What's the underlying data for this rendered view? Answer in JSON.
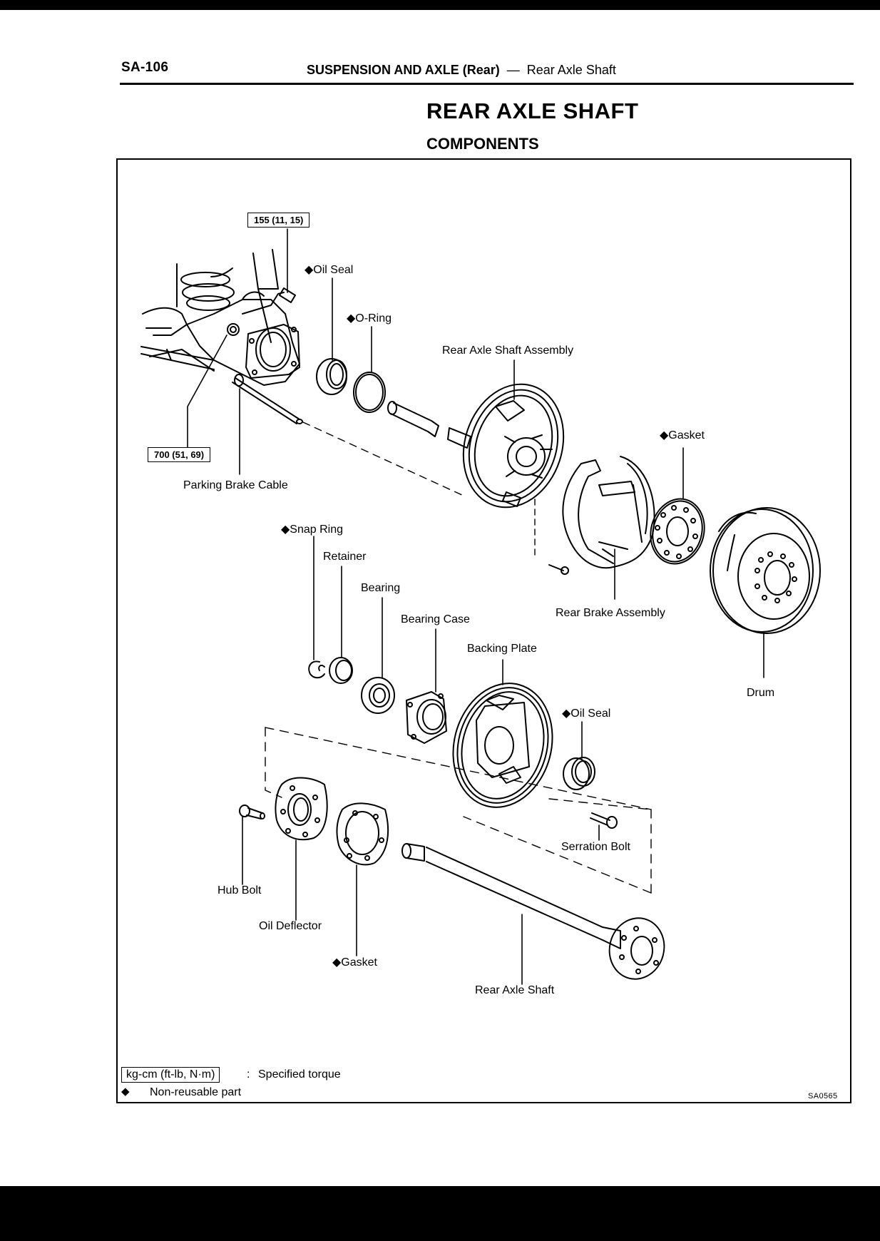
{
  "page": {
    "page_number": "SA-106",
    "section_bold": "SUSPENSION AND AXLE (Rear)",
    "section_dash": "—",
    "section_sub": "Rear Axle Shaft",
    "title": "REAR AXLE SHAFT",
    "subtitle": "COMPONENTS"
  },
  "torque_specs": [
    {
      "id": "bolt-upper",
      "text": "155 (11, 15)"
    },
    {
      "id": "bolt-lower",
      "text": "700 (51, 69)"
    }
  ],
  "labels": {
    "oil_seal_top": "◆Oil Seal",
    "o_ring": "◆O-Ring",
    "rear_axle_shaft_assembly": "Rear Axle Shaft Assembly",
    "gasket_top": "◆Gasket",
    "parking_brake_cable": "Parking Brake Cable",
    "snap_ring": "◆Snap Ring",
    "retainer": "Retainer",
    "bearing": "Bearing",
    "bearing_case": "Bearing Case",
    "backing_plate": "Backing Plate",
    "rear_brake_assembly": "Rear Brake Assembly",
    "drum": "Drum",
    "oil_seal_bottom": "◆Oil Seal",
    "serration_bolt": "Serration Bolt",
    "hub_bolt": "Hub Bolt",
    "oil_deflector": "Oil Deflector",
    "gasket_bottom": "◆Gasket",
    "rear_axle_shaft": "Rear Axle Shaft"
  },
  "legend": {
    "torque_unit": "kg-cm (ft-lb, N·m)",
    "separator": ":",
    "torque_desc": "Specified torque",
    "diamond": "◆",
    "nonreusable_desc": "Non-reusable part"
  },
  "figure_code": "SA0565"
}
